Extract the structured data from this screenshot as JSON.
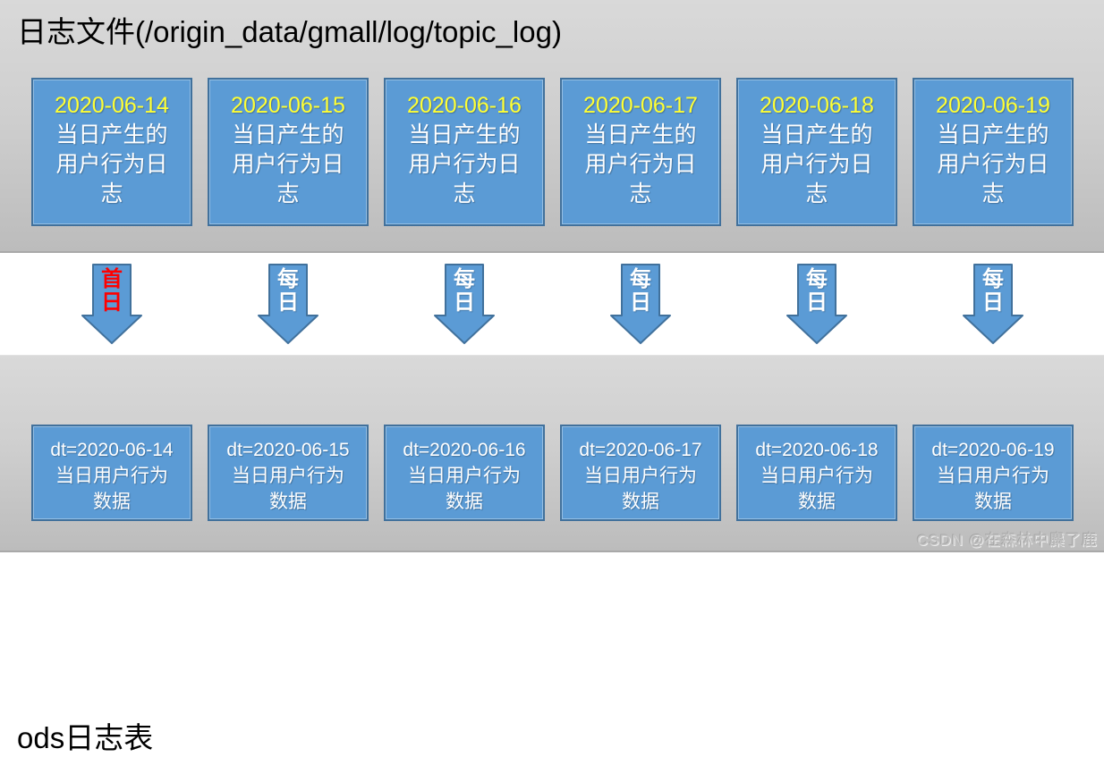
{
  "top_section": {
    "title": "日志文件(/origin_data/gmall/log/topic_log)",
    "boxes": [
      {
        "date": "2020-06-14",
        "desc": "当日产生的用户行为日志"
      },
      {
        "date": "2020-06-15",
        "desc": "当日产生的用户行为日志"
      },
      {
        "date": "2020-06-16",
        "desc": "当日产生的用户行为日志"
      },
      {
        "date": "2020-06-17",
        "desc": "当日产生的用户行为日志"
      },
      {
        "date": "2020-06-18",
        "desc": "当日产生的用户行为日志"
      },
      {
        "date": "2020-06-19",
        "desc": "当日产生的用户行为日志"
      }
    ]
  },
  "arrows": [
    {
      "label": "首日"
    },
    {
      "label": "每日"
    },
    {
      "label": "每日"
    },
    {
      "label": "每日"
    },
    {
      "label": "每日"
    },
    {
      "label": "每日"
    }
  ],
  "bottom_section": {
    "title": "ods日志表",
    "boxes": [
      {
        "partition": "dt=2020-06-14",
        "desc": "当日用户行为数据"
      },
      {
        "partition": "dt=2020-06-15",
        "desc": "当日用户行为数据"
      },
      {
        "partition": "dt=2020-06-16",
        "desc": "当日用户行为数据"
      },
      {
        "partition": "dt=2020-06-17",
        "desc": "当日用户行为数据"
      },
      {
        "partition": "dt=2020-06-18",
        "desc": "当日用户行为数据"
      },
      {
        "partition": "dt=2020-06-19",
        "desc": "当日用户行为数据"
      }
    ]
  },
  "watermark": "CSDN @在森林中麋了鹿",
  "colors": {
    "box_fill": "#5B9BD5",
    "box_border": "#41719C",
    "date_text": "#FFFF33",
    "first_day_label": "#FF0000",
    "daily_label": "#FFFFFF",
    "band_light": "#D8D8D8",
    "band_dark": "#BCBCBC"
  }
}
